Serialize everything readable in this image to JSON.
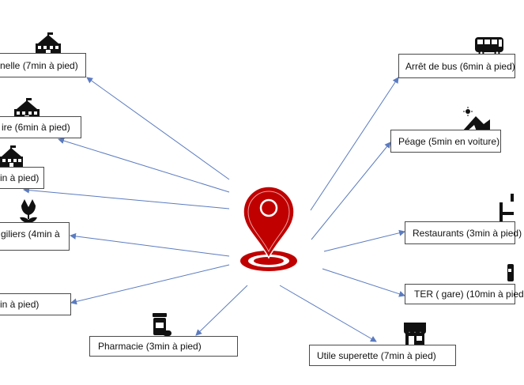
{
  "center": {
    "icon": "location-pin-icon",
    "color": "#c00000"
  },
  "colors": {
    "arrow": "#5b7bc0",
    "box_border": "#4a4a4a",
    "pin": "#c00000"
  },
  "places": [
    {
      "id": "maternelle",
      "label": "nelle (7min à pied)",
      "icon": "school-icon"
    },
    {
      "id": "primaire",
      "label": "ire (6min à pied)",
      "icon": "school-icon"
    },
    {
      "id": "college",
      "label": "in à pied)",
      "icon": "school-icon"
    },
    {
      "id": "fleuriste",
      "label": "giliers (4min à",
      "icon": "tulip-icon"
    },
    {
      "id": "left-bottom",
      "label": "in à pied)",
      "icon": ""
    },
    {
      "id": "pharmacie",
      "label": "Pharmacie (3min à pied)",
      "icon": "pill-bottle-icon"
    },
    {
      "id": "superette",
      "label": "Utile superette (7min à pied)",
      "icon": "shop-icon"
    },
    {
      "id": "ter",
      "label": "TER ( gare) (10min à pied",
      "icon": "train-icon"
    },
    {
      "id": "restaurants",
      "label": "Restaurants (3min à pied)",
      "icon": "restaurant-icon"
    },
    {
      "id": "peage",
      "label": "Péage (5min en voiture)",
      "icon": "toll-road-icon"
    },
    {
      "id": "bus",
      "label": "Arrêt de bus (6min à pied)",
      "icon": "bus-icon"
    }
  ]
}
